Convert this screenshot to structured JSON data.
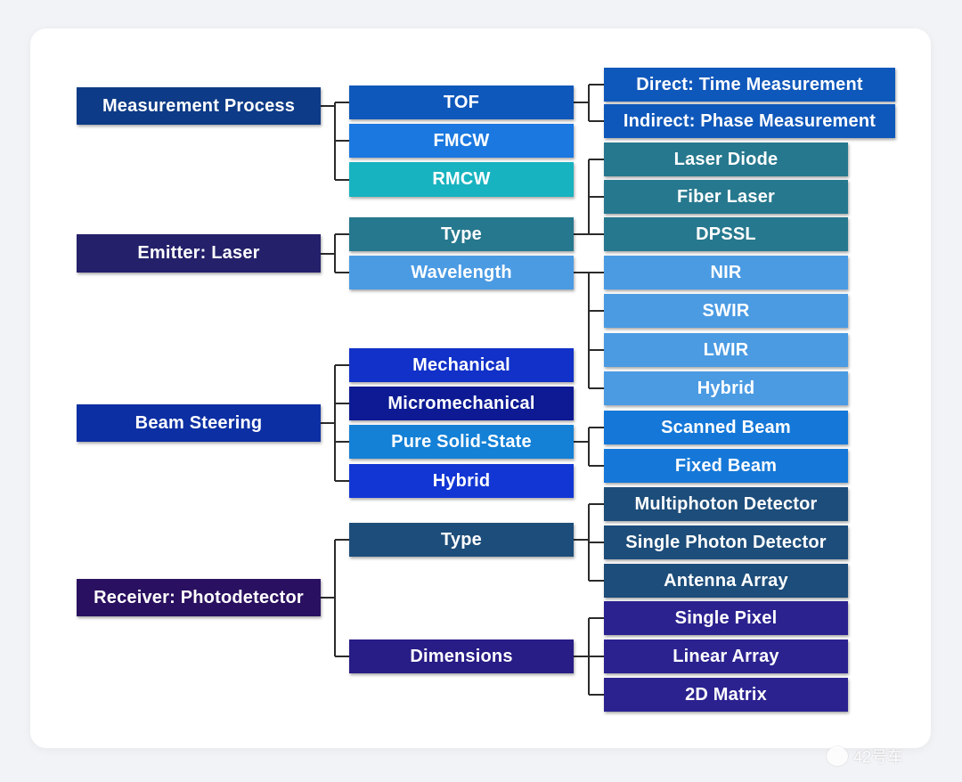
{
  "colors": {
    "dark_blue": "#0d3b87",
    "tof_blue": "#0f58bb",
    "fmcw_blue": "#1a78e0",
    "rmcw_teal": "#18b3c0",
    "navy": "#24206a",
    "laser_teal": "#26788e",
    "wavelength_light": "#4b9be3",
    "steering_blue": "#0c2fa3",
    "mechanical": "#1131c8",
    "micromechanical": "#0d1a93",
    "solid_state": "#1480d6",
    "hybrid_royal": "#1236d4",
    "scanned_beam": "#1578d8",
    "receiver_purple": "#2a1060",
    "detector_type": "#1d4d7a",
    "dimensions": "#281c86",
    "dim_items": "#2b2290"
  },
  "level1": {
    "measurement": "Measurement Process",
    "emitter": "Emitter: Laser",
    "steering": "Beam Steering",
    "receiver": "Receiver: Photodetector"
  },
  "level2": {
    "tof": "TOF",
    "fmcw": "FMCW",
    "rmcw": "RMCW",
    "type": "Type",
    "wavelength": "Wavelength",
    "mechanical": "Mechanical",
    "micromechanical": "Micromechanical",
    "pure_solid_state": "Pure Solid-State",
    "hybrid": "Hybrid",
    "receiver_type": "Type",
    "dimensions": "Dimensions"
  },
  "level3": {
    "direct": "Direct: Time Measurement",
    "indirect": "Indirect: Phase Measurement",
    "laser_diode": "Laser Diode",
    "fiber_laser": "Fiber Laser",
    "dpssl": "DPSSL",
    "nir": "NIR",
    "swir": "SWIR",
    "lwir": "LWIR",
    "hybrid": "Hybrid",
    "scanned_beam": "Scanned Beam",
    "fixed_beam": "Fixed Beam",
    "multiphoton": "Multiphoton Detector",
    "single_photon": "Single Photon Detector",
    "antenna_array": "Antenna Array",
    "single_pixel": "Single Pixel",
    "linear_array": "Linear Array",
    "matrix_2d": "2D Matrix"
  },
  "watermark": "42号车"
}
